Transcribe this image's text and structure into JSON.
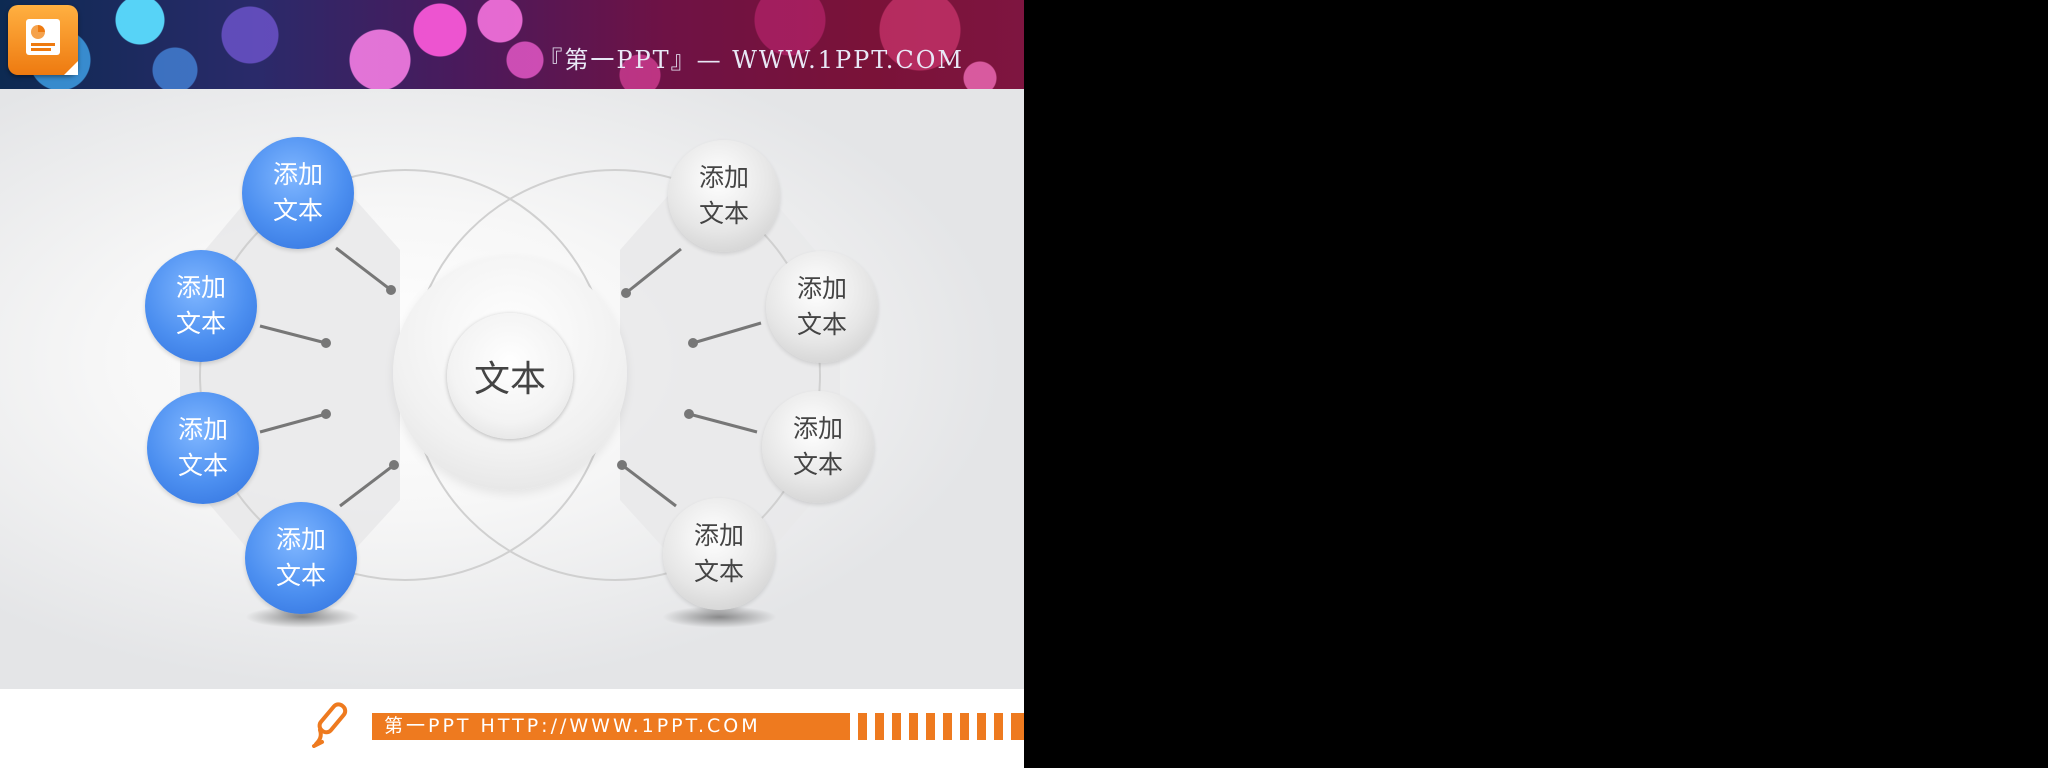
{
  "header": {
    "site_title": "『第一PPT』— WWW.1PPT.COM"
  },
  "diagram": {
    "center_label": "文本",
    "left_items": [
      {
        "label": "添加文本",
        "line1": "添加",
        "line2": "文本"
      },
      {
        "label": "添加文本",
        "line1": "添加",
        "line2": "文本"
      },
      {
        "label": "添加文本",
        "line1": "添加",
        "line2": "文本"
      },
      {
        "label": "添加文本",
        "line1": "添加",
        "line2": "文本"
      }
    ],
    "right_items": [
      {
        "label": "添加文本",
        "line1": "添加",
        "line2": "文本"
      },
      {
        "label": "添加文本",
        "line1": "添加",
        "line2": "文本"
      },
      {
        "label": "添加文本",
        "line1": "添加",
        "line2": "文本"
      },
      {
        "label": "添加文本",
        "line1": "添加",
        "line2": "文本"
      }
    ],
    "colors": {
      "left": "#4c8ff0",
      "right": "#e0e0e0",
      "connector": "#777777"
    }
  },
  "footer": {
    "url_text": "第一PPT HTTP://WWW.1PPT.COM",
    "accent": "#ee7a1f"
  }
}
